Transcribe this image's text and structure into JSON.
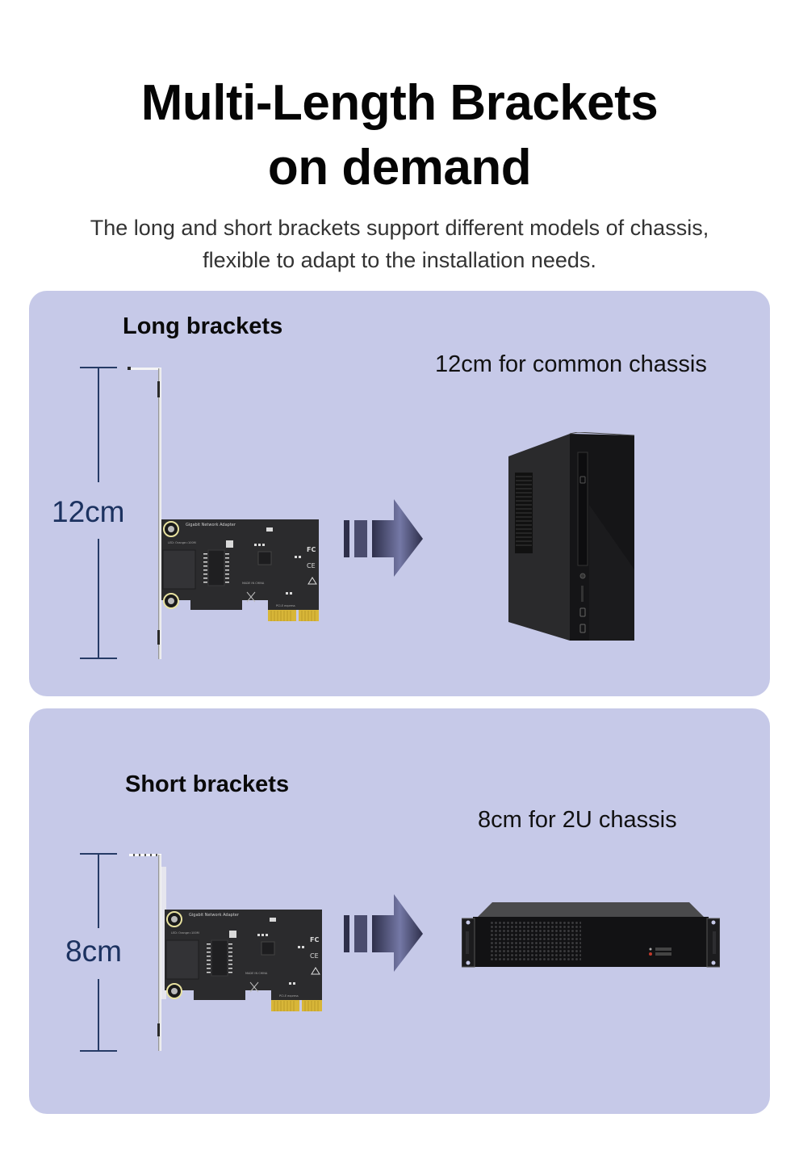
{
  "header": {
    "title_line1": "Multi-Length Brackets",
    "title_line2": "on demand",
    "subtitle_line1": "The long and short brackets support different models of chassis,",
    "subtitle_line2": "flexible to adapt to the installation needs."
  },
  "panels": [
    {
      "heading": "Long brackets",
      "dimension_label": "12cm",
      "caption": "12cm for common chassis",
      "target_icon": "desktop-tower-icon"
    },
    {
      "heading": "Short brackets",
      "dimension_label": "8cm",
      "caption": "8cm for 2U chassis",
      "target_icon": "rack-server-2u-icon"
    }
  ],
  "card": {
    "product_name": "Gigabit Network Adapter",
    "led_text": "LED: Orange=100M",
    "led_text2": "Green=1G",
    "made_in": "MADE IN CHINA",
    "bus": "PCI-E express"
  },
  "colors": {
    "panel_bg": "#c6c9e8",
    "dimension": "#263b66",
    "arrow_dark": "#2e2f4a",
    "arrow_light": "#7478a6",
    "pcb": "#2b2b2d",
    "gold_contacts": "#d8b638"
  }
}
